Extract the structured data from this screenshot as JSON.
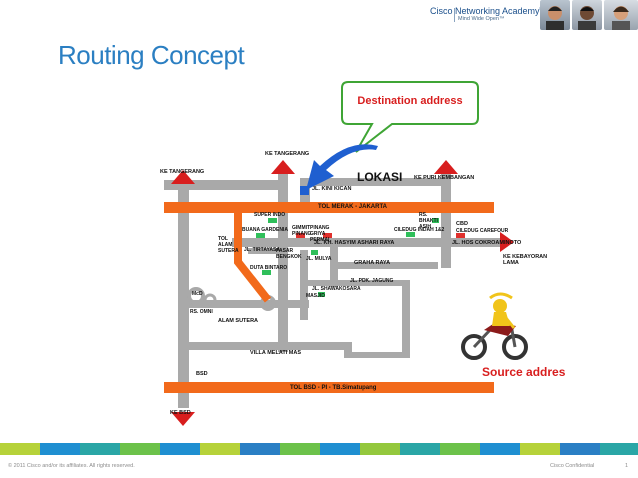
{
  "header": {
    "brand": "Cisco Networking Academy",
    "registered": "®",
    "tagline": "Mind Wide Open",
    "tm": "™"
  },
  "slide": {
    "title": "Routing Concept",
    "destination_callout": "Destination address",
    "source_label": "Source addres"
  },
  "map": {
    "lokasi": "LOKASI",
    "labels": {
      "ke_tangerang_top": "KE TANGERANG",
      "ke_tangerang_left": "KE TANGERANG",
      "ke_puri": "KE PURI KEMBANGAN",
      "jl_kini_kican": "JL. KINI KICAN",
      "tol_merak": "TOL MERAK - JAKARTA",
      "jl_hasyim": "JL. KH. HASYIM ASHARI RAYA",
      "jl_hos": "JL. HOS COKROAMINOTO",
      "ke_kebayoran": "KE KEBAYORAN LAMA",
      "graha_raya": "GRAHA RAYA",
      "alam_sutera": "ALAM SUTERA",
      "villa_melati": "VILLA MELATI MAS",
      "bsd": "BSD",
      "tol_bsd": "TOL BSD - PI - TB.Simatupang",
      "ke_bsd": "KE BSD",
      "super_indo": "SUPER INDO",
      "buana_gardenia": "BUANA GARDENIA",
      "tol_alam_sutera": "TOL ALAM SUTERA",
      "jl_tirtayasa": "JL. TIRTAYASA",
      "gimmit_pinang": "GIMMIT PINANG",
      "pinang_griya": "PINANG GRIYA PERMAI",
      "cileduk_indah": "CILEDUG INDAH 1&2",
      "rs_bhakti": "RS. BHAKTI ASIH",
      "cbd": "CBD",
      "cbd_sub": "CILEDUG CAREFOUR",
      "pasar_bendungan": "PASAR BENGKOK",
      "jl_mulya": "JL. MULYA",
      "duta_bintaro": "DUTA BINTARO",
      "pdk_jagung": "JL. PDK. JAGUNG",
      "jl_sunan": "JL. SHAWAKOSARA",
      "masjid": "MASJID",
      "mcd": "McD",
      "rs_omni": "RS. OMNI"
    }
  },
  "footer": {
    "copyright": "© 2011 Cisco and/or its affiliates. All rights reserved.",
    "confidential": "Cisco Confidential",
    "page": "1"
  },
  "colors": {
    "title_blue": "#2b7fc2",
    "road_gray": "#a9a9a9",
    "toll_orange": "#f26a1b",
    "callout_green": "#3fa535",
    "accent_red": "#d81e1e",
    "arrow_blue": "#1f5fd0"
  }
}
